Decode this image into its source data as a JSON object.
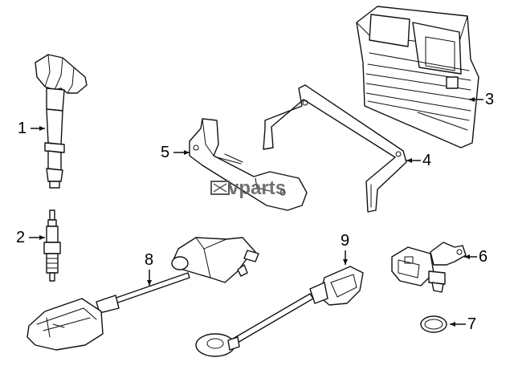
{
  "callouts": [
    {
      "id": "1",
      "label": "1"
    },
    {
      "id": "2",
      "label": "2"
    },
    {
      "id": "3",
      "label": "3"
    },
    {
      "id": "4",
      "label": "4"
    },
    {
      "id": "5",
      "label": "5"
    },
    {
      "id": "6",
      "label": "6"
    },
    {
      "id": "7",
      "label": "7"
    },
    {
      "id": "8",
      "label": "8"
    },
    {
      "id": "9",
      "label": "9"
    }
  ],
  "watermark": {
    "text": "vparts"
  },
  "colors": {
    "line": "#111111",
    "background": "#ffffff",
    "watermark": "#5a5a5a"
  }
}
